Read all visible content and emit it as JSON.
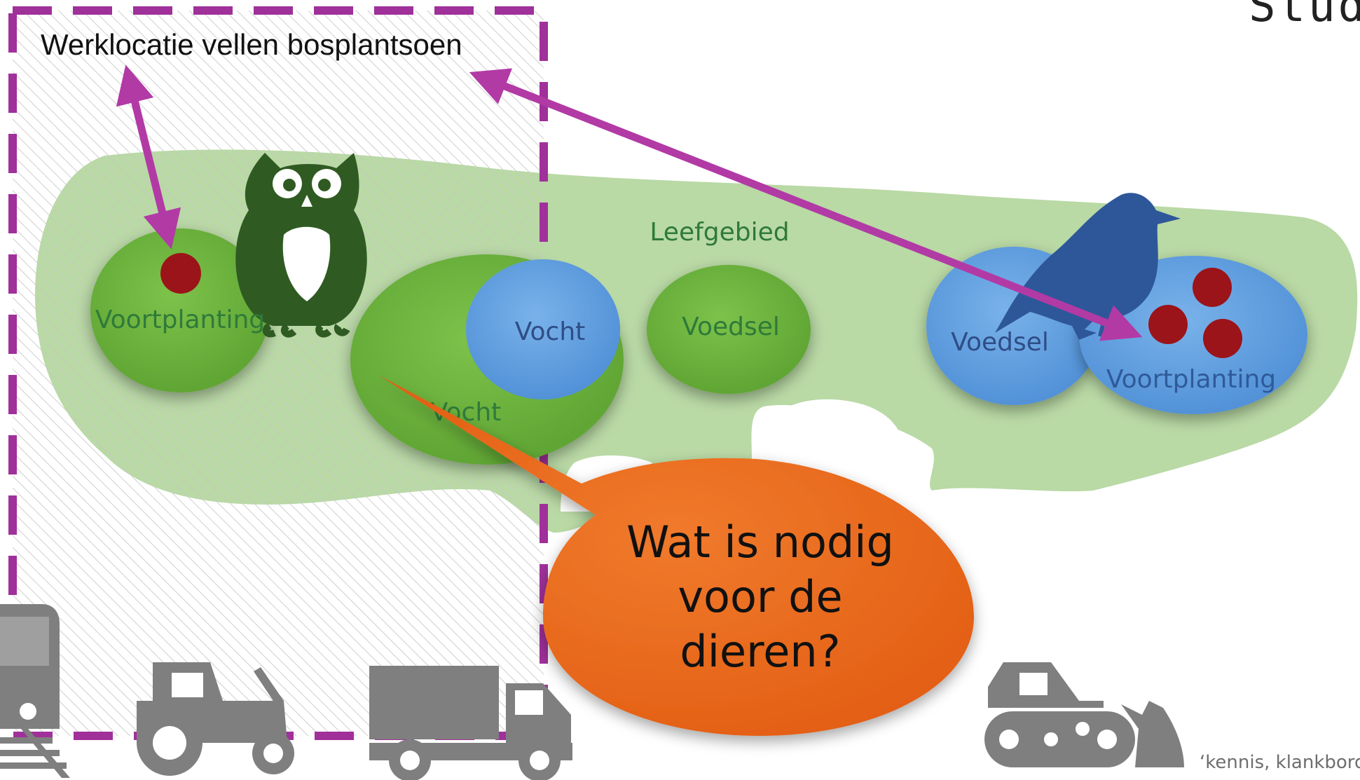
{
  "corner_title": "Stud",
  "work_area": {
    "title": "Werklocatie vellen bosplantsoen"
  },
  "habitat": {
    "label": "Leefgebied"
  },
  "owl_needs": {
    "reproduction": "Voortplanting",
    "moisture_inner": "Vocht",
    "moisture_outer": "Vocht",
    "food": "Voedsel"
  },
  "bird_needs": {
    "food": "Voedsel",
    "reproduction": "Voortplanting"
  },
  "callout": {
    "lines": [
      "Wat is nodig",
      "voor de",
      "dieren?"
    ]
  },
  "footer": {
    "text": "kennis, klankbord"
  },
  "icons": [
    "owl-icon",
    "bird-icon",
    "train-icon",
    "tractor-icon",
    "truck-icon",
    "bulldozer-icon"
  ],
  "colors": {
    "habitat": "#b9d9a5",
    "owl_circle": "#6db13f",
    "bird_circle": "#5f9fe0",
    "nest_dot": "#9b1419",
    "arrow": "#b23aa5",
    "work_area_border": "#a0309a",
    "callout": "#e8641c",
    "vehicle": "#7f7f7f",
    "owl": "#2f5b22",
    "bird": "#2e5799"
  }
}
